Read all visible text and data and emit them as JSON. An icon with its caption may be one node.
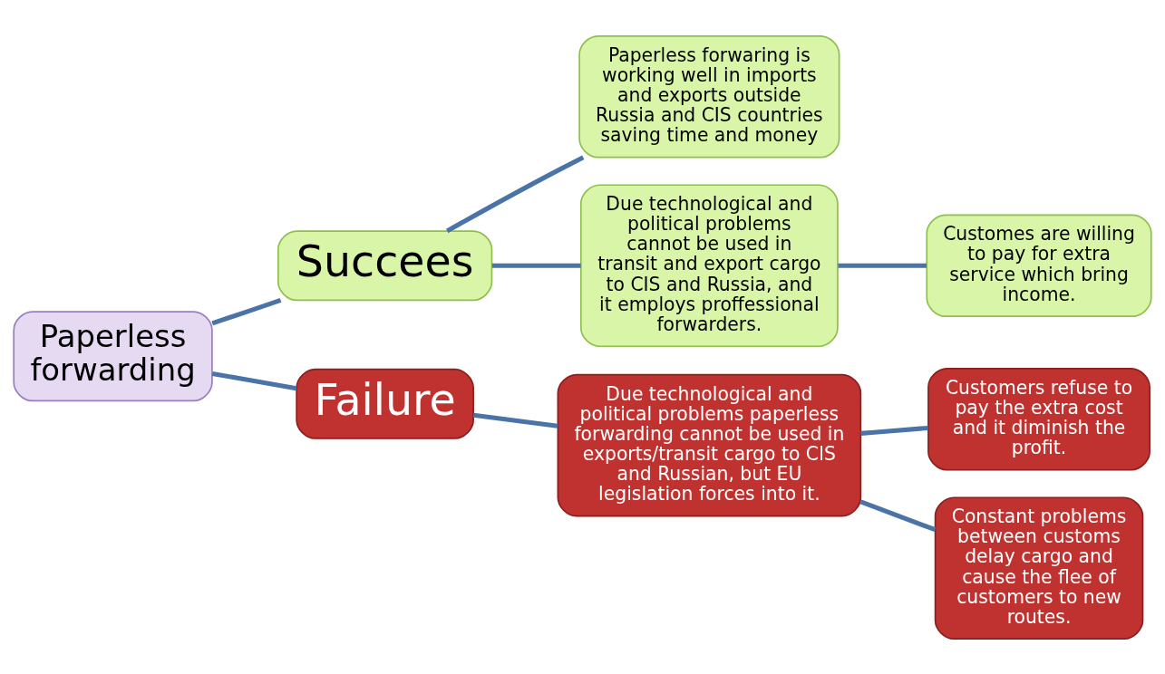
{
  "diagram": {
    "nodes": [
      {
        "text": [
          "Paperless forwarding"
        ]
      },
      {
        "text": [
          "Succees"
        ]
      },
      {
        "text": [
          "Paperless forwaring is working well in imports and exports outside Russia and CIS countries saving time and money"
        ]
      },
      {
        "text": [
          "Due technological and political problems  cannot be used in transit and export cargo to CIS and Russia, and it employs proffessional forwarders."
        ]
      },
      {
        "text": [
          "Customes are willing to pay for extra service which bring income."
        ]
      },
      {
        "text": [
          "Failure"
        ]
      },
      {
        "text": [
          "Due technological and political problems paperless forwarding cannot be used in exports/transit cargo to CIS and Russian, but EU legislation forces into it."
        ]
      },
      {
        "text": [
          "Customers refuse to pay the extra cost and it diminish the profit."
        ]
      },
      {
        "text": [
          "Constant problems between customs delay cargo and cause the flee of customers to new routes."
        ]
      }
    ],
    "edges": [
      {
        "from": 0,
        "to": 1,
        "arrow": "none"
      },
      {
        "from": 0,
        "to": 5,
        "arrow": "none"
      },
      {
        "from": 1,
        "to": 2,
        "arrow": "none"
      },
      {
        "from": 1,
        "to": 3,
        "arrow": "none"
      },
      {
        "from": 3,
        "to": 4,
        "arrow": "none"
      },
      {
        "from": 5,
        "to": 6,
        "arrow": "none"
      },
      {
        "from": 6,
        "to": 7,
        "arrow": "none"
      },
      {
        "from": 6,
        "to": 8,
        "arrow": "none"
      }
    ]
  }
}
